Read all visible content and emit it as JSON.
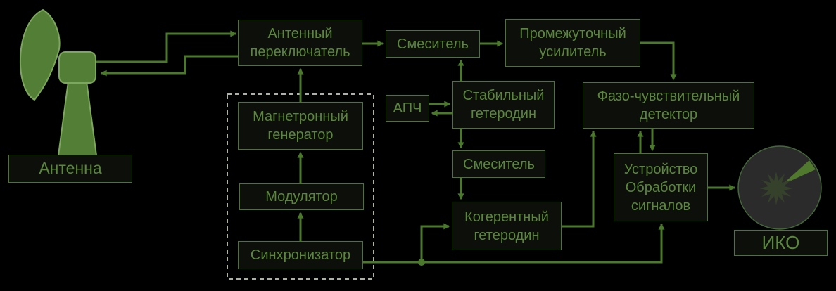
{
  "diagram": {
    "type": "block-diagram",
    "language": "ru",
    "subject": "coherent pulse radar structural diagram"
  },
  "blocks": {
    "antenna_label": {
      "label": "Антенна"
    },
    "antenna_switch": {
      "label": "Антенный переключатель"
    },
    "mixer1": {
      "label": "Смеситель"
    },
    "if_amplifier": {
      "label": "Промежуточный усилитель"
    },
    "afc": {
      "label": "АПЧ"
    },
    "stable_lo": {
      "label": "Стабильный гетеродин"
    },
    "phase_detector": {
      "label": "Фазо-чувствительный детектор"
    },
    "magnetron": {
      "label": "Магнетронный генератор"
    },
    "modulator": {
      "label": "Модулятор"
    },
    "synchronizer": {
      "label": "Синхронизатор"
    },
    "mixer2": {
      "label": "Смеситель"
    },
    "signal_processor": {
      "label": "Устройство Обработки сигналов"
    },
    "coherent_lo": {
      "label": "Когерентный гетеродин"
    },
    "iko_label": {
      "label": "ИКО"
    }
  },
  "groups": {
    "transmitter_dashed_group": [
      "Магнетронный генератор",
      "Модулятор",
      "Синхронизатор"
    ]
  },
  "connections": [
    {
      "from": "antenna",
      "to": "antenna_switch"
    },
    {
      "from": "antenna_switch",
      "to": "antenna"
    },
    {
      "from": "magnetron",
      "to": "antenna_switch"
    },
    {
      "from": "antenna_switch",
      "to": "mixer1"
    },
    {
      "from": "mixer1",
      "to": "if_amplifier"
    },
    {
      "from": "stable_lo",
      "to": "mixer1"
    },
    {
      "from": "afc",
      "to": "stable_lo"
    },
    {
      "from": "stable_lo",
      "to": "afc"
    },
    {
      "from": "if_amplifier",
      "to": "phase_detector"
    },
    {
      "from": "stable_lo",
      "to": "mixer2"
    },
    {
      "from": "mixer2",
      "to": "coherent_lo"
    },
    {
      "from": "synchronizer",
      "to": "coherent_lo"
    },
    {
      "from": "synchronizer",
      "to": "signal_processor"
    },
    {
      "from": "synchronizer",
      "to": "modulator"
    },
    {
      "from": "modulator",
      "to": "magnetron"
    },
    {
      "from": "coherent_lo",
      "to": "phase_detector"
    },
    {
      "from": "signal_processor",
      "to": "phase_detector"
    },
    {
      "from": "phase_detector",
      "to": "signal_processor"
    },
    {
      "from": "signal_processor",
      "to": "iko_scope"
    }
  ],
  "icons": {
    "antenna-icon": "parabolic dish antenna on pedestal",
    "ppi-scope-icon": "round PPI radar display with sweep beam and target blip"
  },
  "colors": {
    "background": "#000000",
    "box_fill": "#0c0f0a",
    "box_border": "#4c7434",
    "text": "#5b873d",
    "line": "#4b792c",
    "antenna_fill": "#527e36",
    "antenna_stroke": "#7da75c",
    "dashed_border": "#e6edda",
    "scope_fill": "#2b2b2b",
    "scope_border": "#45683a",
    "scope_beam": "#50792e",
    "scope_blip": "#35412a"
  }
}
